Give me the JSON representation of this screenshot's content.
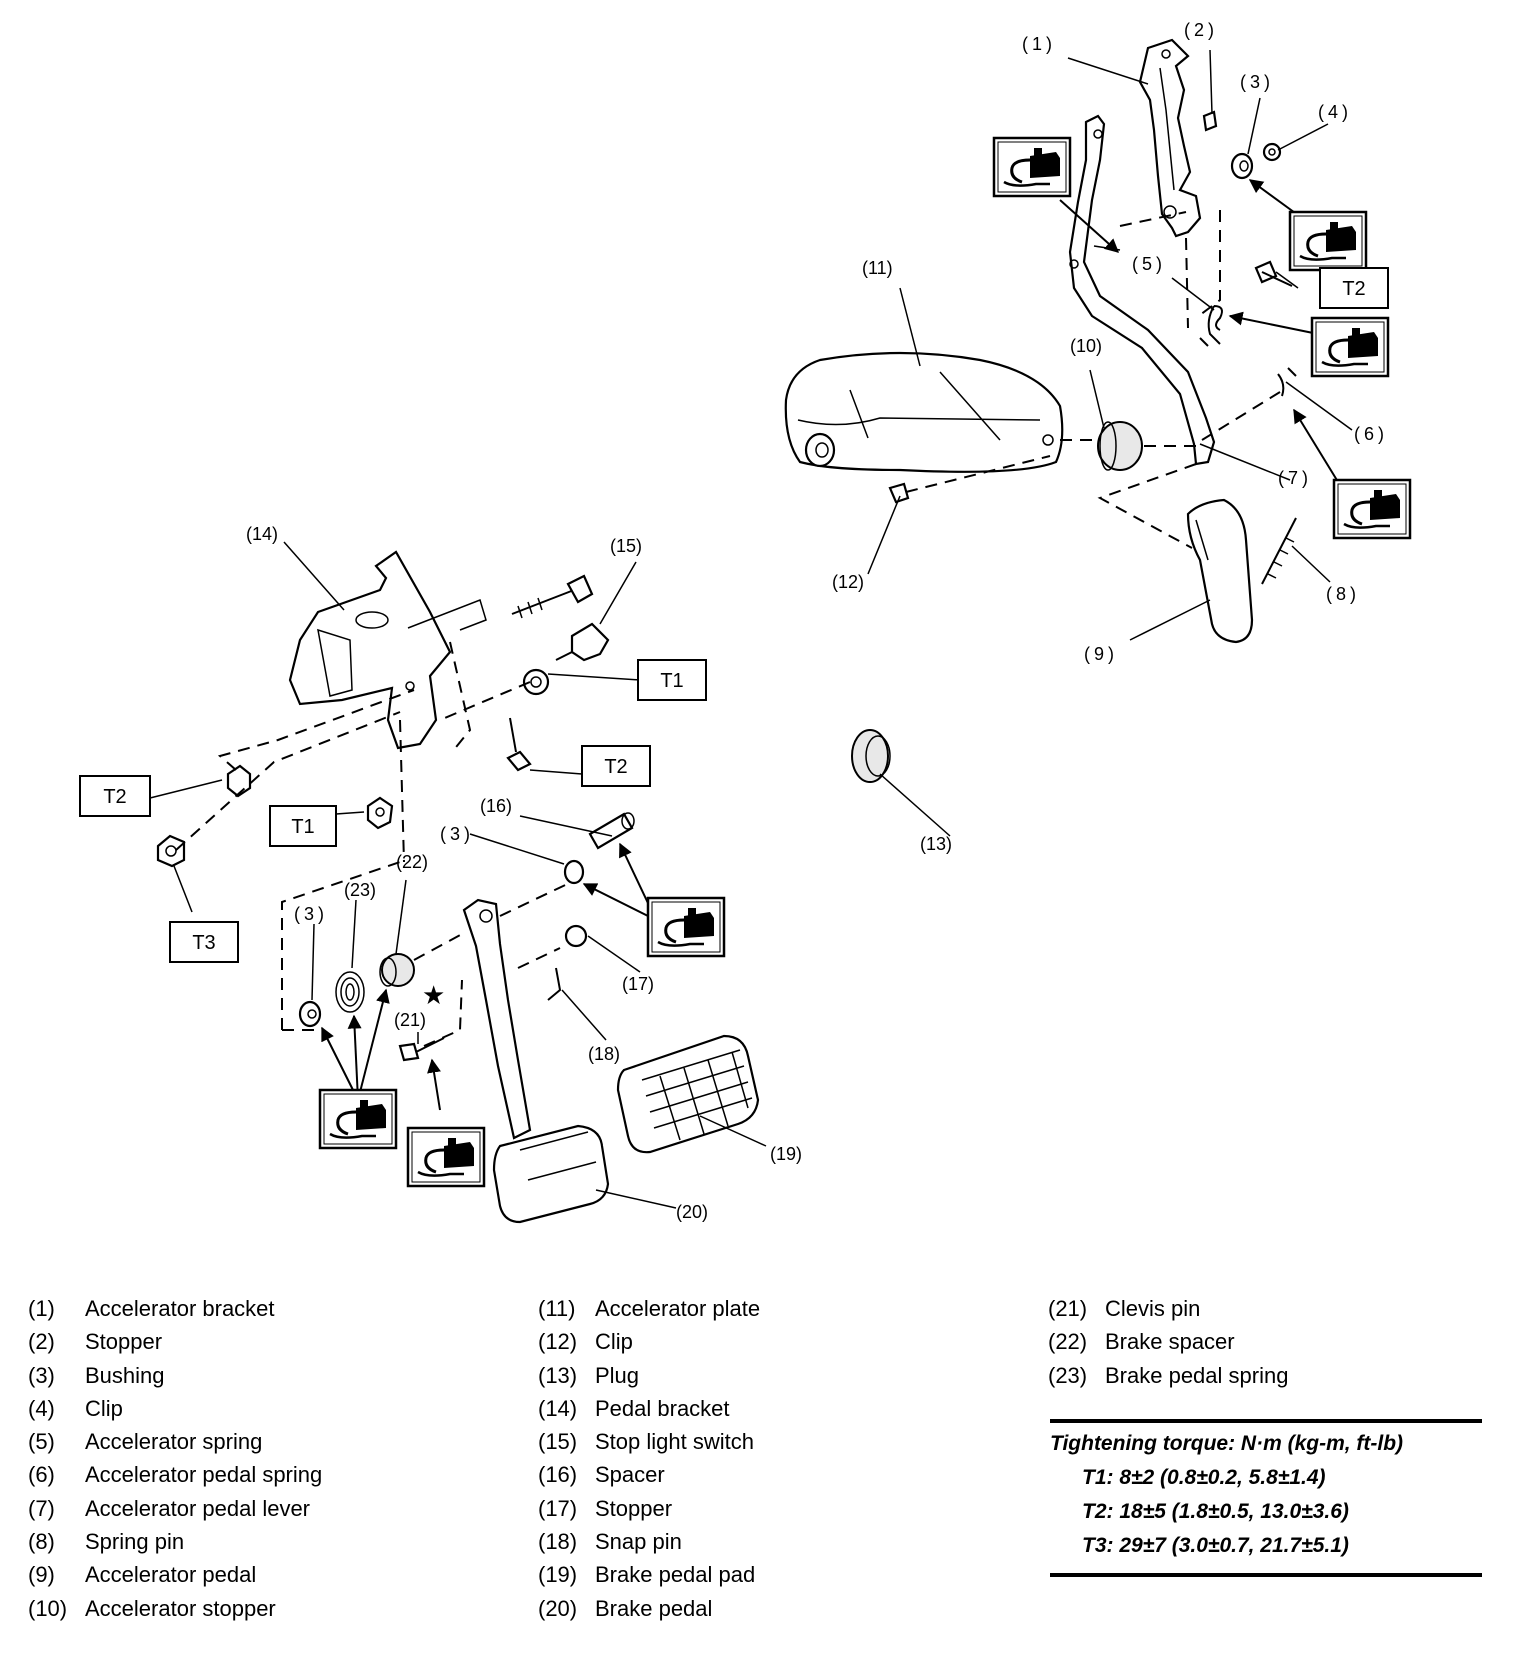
{
  "callouts": {
    "c1": "(1)",
    "c2": "(2)",
    "c3": "(3)",
    "c4": "(4)",
    "c5": "(5)",
    "c6": "(6)",
    "c7": "(7)",
    "c8": "(8)",
    "c9": "(9)",
    "c10": "(10)",
    "c11": "(11)",
    "c12": "(12)",
    "c13": "(13)",
    "c14": "(14)",
    "c15": "(15)",
    "c16": "(16)",
    "c17": "(17)",
    "c18": "(18)",
    "c19": "(19)",
    "c20": "(20)",
    "c21": "(21)",
    "c22": "(22)",
    "c23": "(23)"
  },
  "torque_boxes": {
    "t1": "T1",
    "t2": "T2",
    "t3": "T3"
  },
  "icons": {
    "grease": "grease-gun-icon",
    "marker": "star-icon"
  },
  "legend": [
    [
      {
        "num": "(1)",
        "label": "Accelerator bracket"
      },
      {
        "num": "(2)",
        "label": "Stopper"
      },
      {
        "num": "(3)",
        "label": "Bushing"
      },
      {
        "num": "(4)",
        "label": "Clip"
      },
      {
        "num": "(5)",
        "label": "Accelerator spring"
      },
      {
        "num": "(6)",
        "label": "Accelerator pedal spring"
      },
      {
        "num": "(7)",
        "label": "Accelerator pedal lever"
      },
      {
        "num": "(8)",
        "label": "Spring pin"
      },
      {
        "num": "(9)",
        "label": "Accelerator pedal"
      },
      {
        "num": "(10)",
        "label": "Accelerator stopper"
      }
    ],
    [
      {
        "num": "(11)",
        "label": "Accelerator plate"
      },
      {
        "num": "(12)",
        "label": "Clip"
      },
      {
        "num": "(13)",
        "label": "Plug"
      },
      {
        "num": "(14)",
        "label": "Pedal bracket"
      },
      {
        "num": "(15)",
        "label": "Stop light switch"
      },
      {
        "num": "(16)",
        "label": "Spacer"
      },
      {
        "num": "(17)",
        "label": "Stopper"
      },
      {
        "num": "(18)",
        "label": "Snap pin"
      },
      {
        "num": "(19)",
        "label": "Brake pedal pad"
      },
      {
        "num": "(20)",
        "label": "Brake pedal"
      }
    ],
    [
      {
        "num": "(21)",
        "label": "Clevis pin"
      },
      {
        "num": "(22)",
        "label": "Brake spacer"
      },
      {
        "num": "(23)",
        "label": "Brake pedal spring"
      }
    ]
  ],
  "torque": {
    "title": "Tightening torque: N·m (kg-m, ft-lb)",
    "t1": "T1: 8±2 (0.8±0.2, 5.8±1.4)",
    "t2": "T2: 18±5 (1.8±0.5, 13.0±3.6)",
    "t3": "T3: 29±7 (3.0±0.7, 21.7±5.1)"
  }
}
